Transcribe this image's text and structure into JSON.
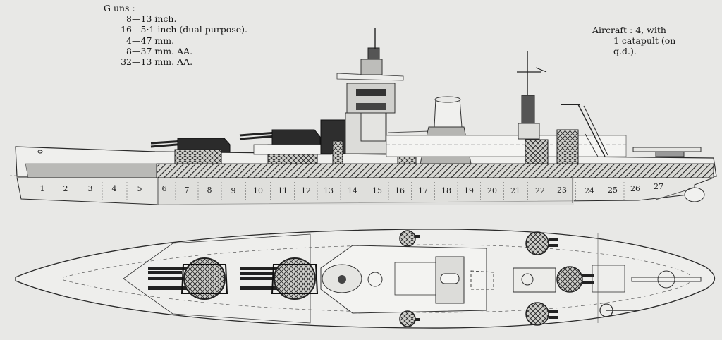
{
  "guns": {
    "title": "G uns :",
    "items": [
      {
        "qty": "8",
        "desc": "—13 inch."
      },
      {
        "qty": "16",
        "desc": "—5·1 inch (dual purpose)."
      },
      {
        "qty": "4",
        "desc": "—47 mm."
      },
      {
        "qty": "8",
        "desc": "—37 mm. AA."
      },
      {
        "qty": "32",
        "desc": "—13 mm. AA."
      }
    ]
  },
  "aircraft": {
    "line1": "Aircraft :  4,   with",
    "line2": "1 catapult (on",
    "line3": "q.d.)."
  },
  "compartments": [
    "1",
    "2",
    "3",
    "4",
    "5",
    "6",
    "7",
    "8",
    "9",
    "10",
    "11",
    "12",
    "13",
    "14",
    "15",
    "16",
    "17",
    "18",
    "19",
    "20",
    "21",
    "22",
    "23",
    "24",
    "25",
    "26",
    "27"
  ]
}
